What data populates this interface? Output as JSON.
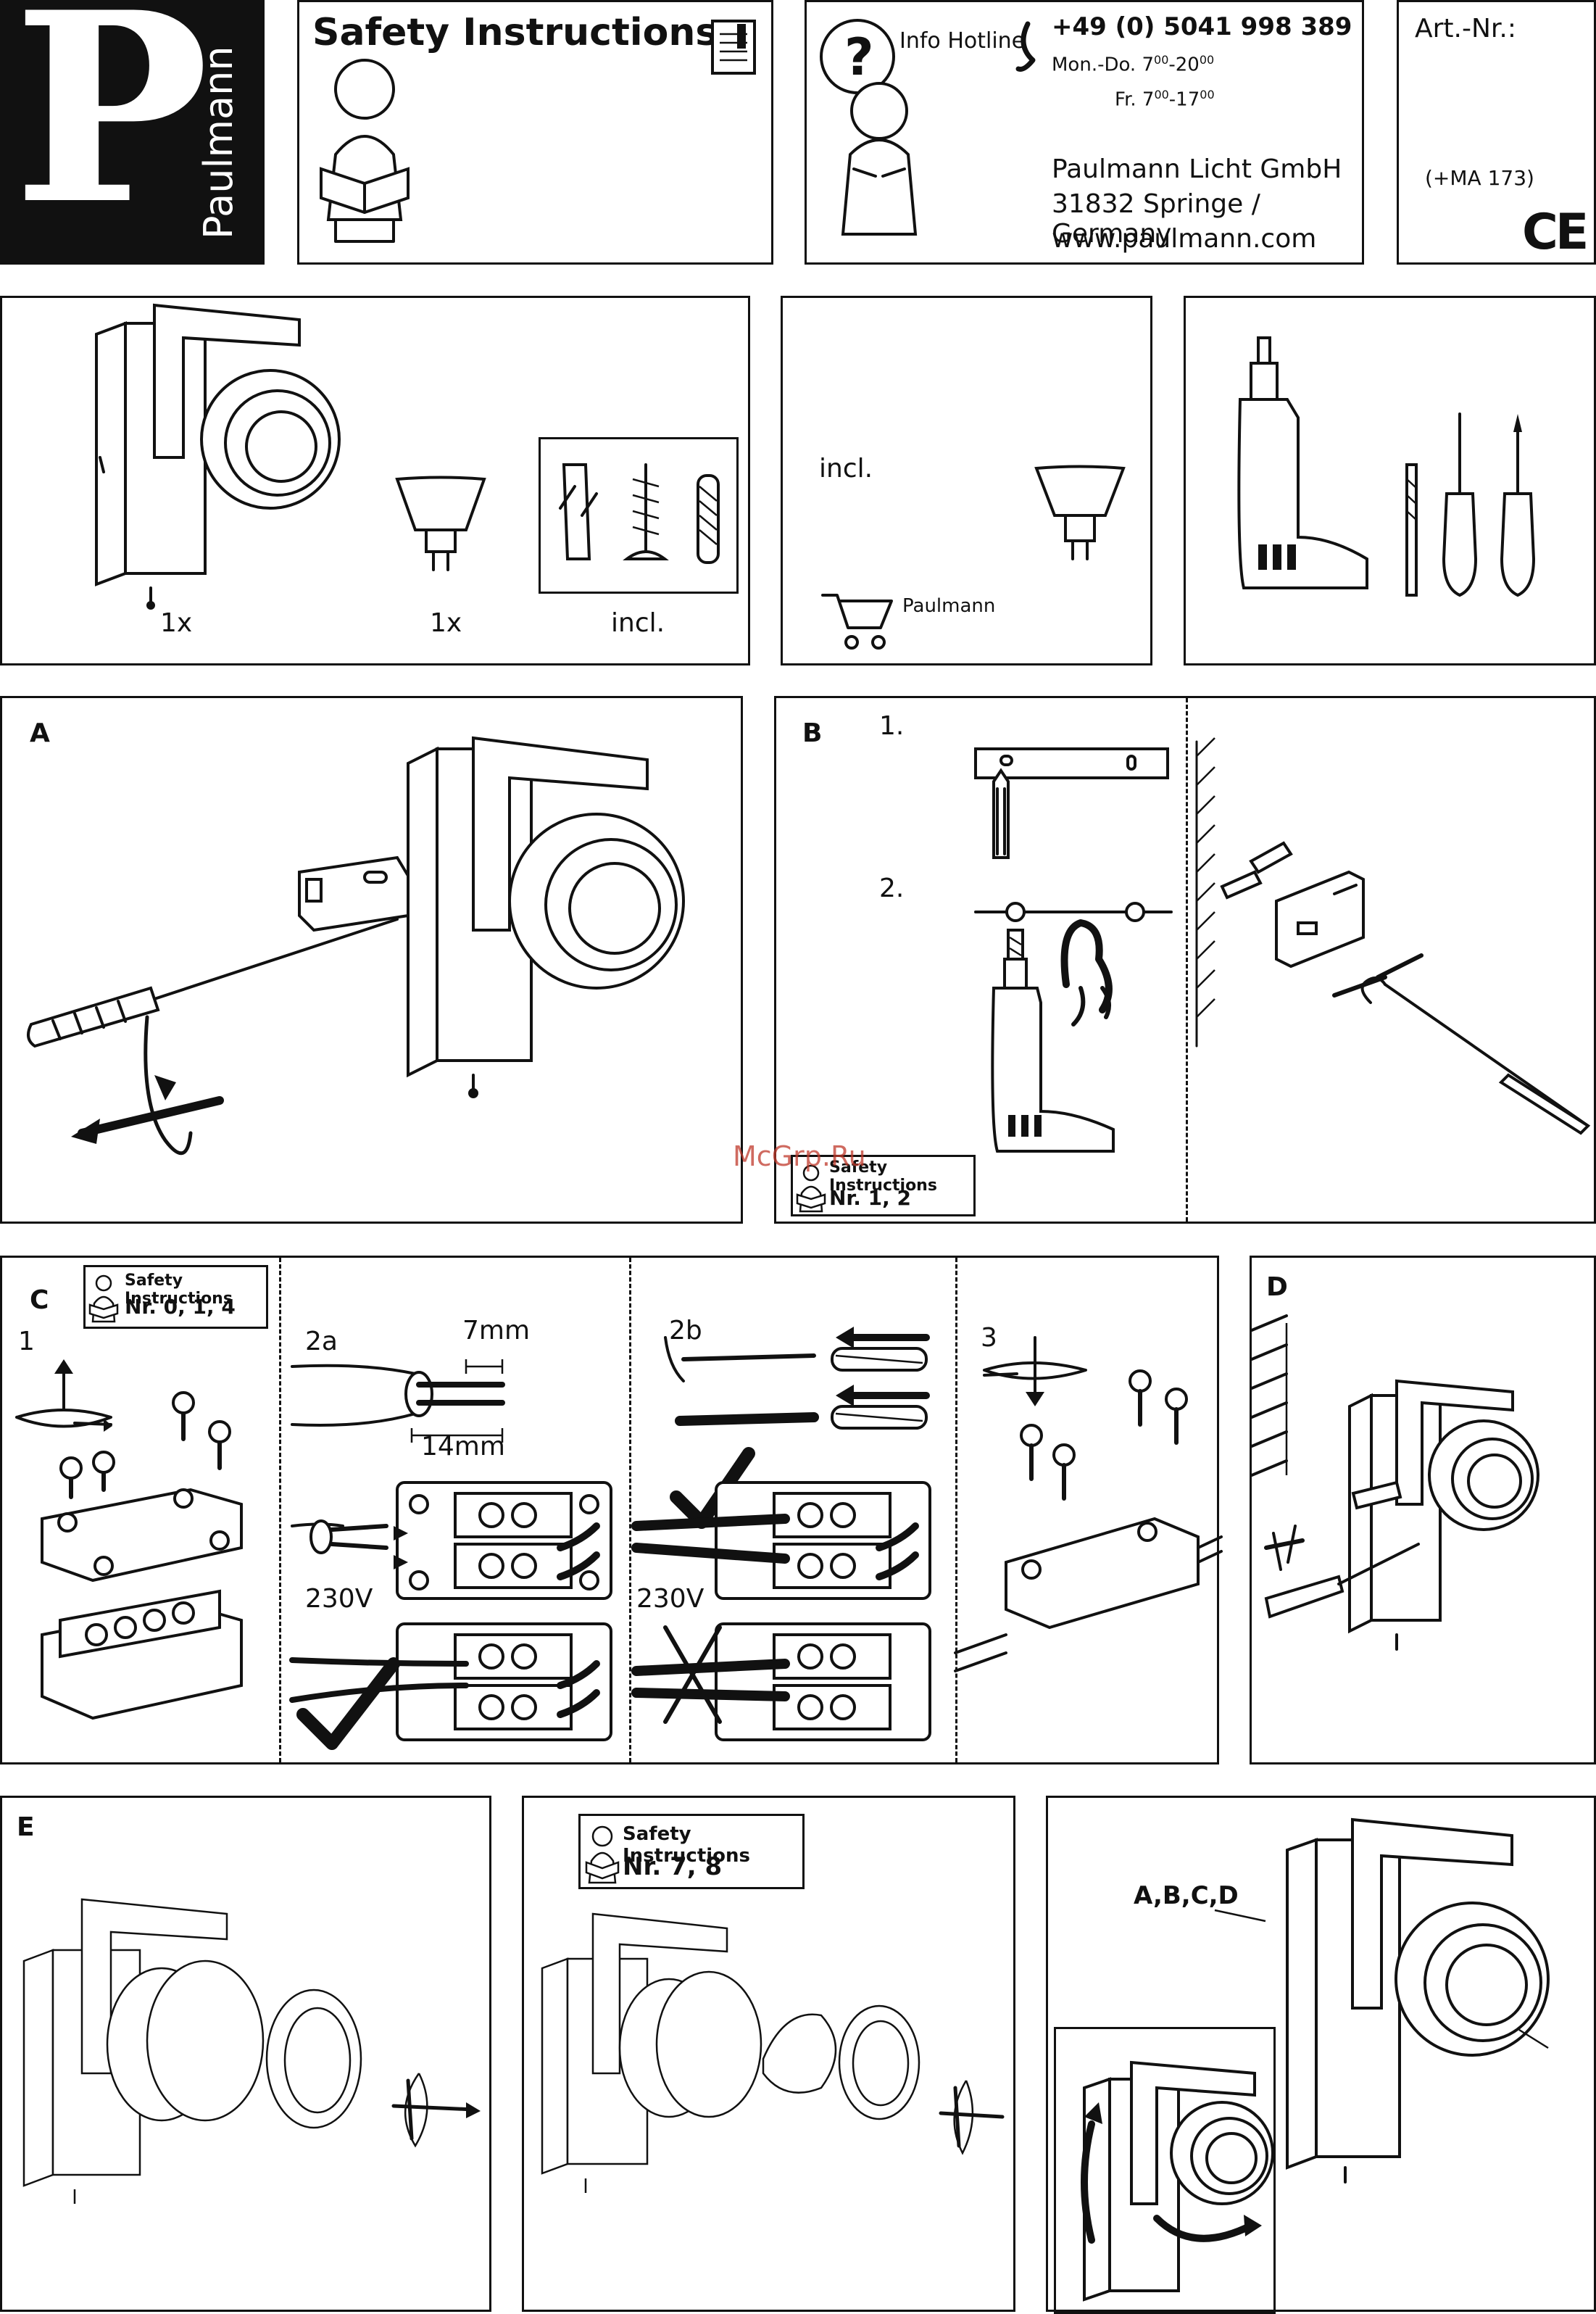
{
  "brand": {
    "letter": "P",
    "name": "Paulmann"
  },
  "header": {
    "safety_title": "Safety Instructions",
    "hotline_label": "Info Hotline",
    "phone": "+49 (0) 5041 998 389",
    "hours_weekdays": "Mon.-Do. 7",
    "hours_weekdays_sup1": "00",
    "hours_weekdays_mid": "-20",
    "hours_weekdays_sup2": "00",
    "hours_fri": "Fr.  7",
    "hours_fri_sup1": "00",
    "hours_fri_mid": "-17",
    "hours_fri_sup2": "00",
    "company": "Paulmann Licht GmbH",
    "address": "31832 Springe / Germany",
    "website": "www.paulmann.com",
    "art_label": "Art.-Nr.:",
    "ma_code": "(+MA 173)",
    "ce_mark": "CE"
  },
  "contents": {
    "qty_lamp": "1x",
    "qty_bulb": "1x",
    "incl_hardware": "incl.",
    "incl_bulb": "incl.",
    "shop_label": "Paulmann"
  },
  "steps": {
    "a": "A",
    "b": "B",
    "c": "C",
    "d": "D",
    "e": "E",
    "b1": "1.",
    "b2": "2.",
    "c1": "1",
    "c2a": "2a",
    "c2b": "2b",
    "c3": "3",
    "strip_7": "7mm",
    "strip_14": "14mm",
    "volt_1": "230V",
    "volt_2": "230V",
    "final_ref": "A,B,C,D"
  },
  "badges": [
    {
      "title": "Safety Instructions",
      "nums": "Nr. 1, 2"
    },
    {
      "title": "Safety Instructions",
      "nums": "Nr. 0, 1, 4"
    },
    {
      "title": "Safety Instructions",
      "nums": "Nr. 7, 8"
    }
  ],
  "watermark": "McGrp.Ru",
  "colors": {
    "ink": "#111111",
    "watermark": "#c0392b"
  }
}
